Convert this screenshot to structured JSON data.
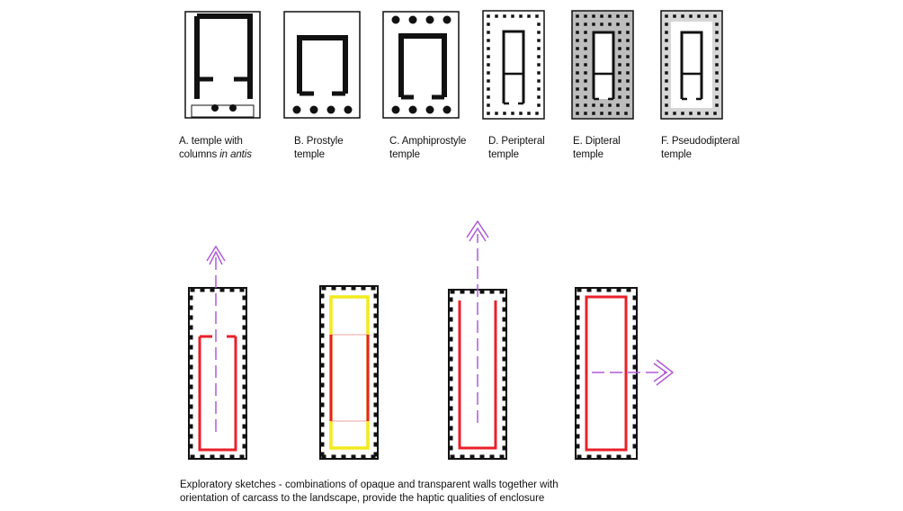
{
  "plans": [
    {
      "label_main": "A. temple with",
      "label_line2": "columns ",
      "label_italic": "in antis"
    },
    {
      "label_main": "B. Prostyle",
      "label_line2": "temple",
      "label_italic": ""
    },
    {
      "label_main": "C. Amphiprostyle",
      "label_line2": "temple",
      "label_italic": ""
    },
    {
      "label_main": "D. Peripteral",
      "label_line2": "temple",
      "label_italic": ""
    },
    {
      "label_main": "E. Dipteral",
      "label_line2": "temple",
      "label_italic": ""
    },
    {
      "label_main": "F. Pseudodipteral",
      "label_line2": "temple",
      "label_italic": ""
    }
  ],
  "sketches": [
    {
      "wall_color": "#e8202a",
      "arrow": "up"
    },
    {
      "wall_color": "#f2ea1c",
      "arrow": "none"
    },
    {
      "wall_color": "#e8202a",
      "arrow": "up"
    },
    {
      "wall_color": "#e8202a",
      "arrow": "right"
    }
  ],
  "colors": {
    "ink": "#111111",
    "wall_red": "#e8202a",
    "wall_yellow": "#f2ea1c",
    "axis_purple": "#b05ad8"
  },
  "caption": {
    "line1": "Exploratory sketches - combinations of opaque and transparent walls together with",
    "line2": "orientation of carcass to the landscape, provide the haptic qualities of enclosure"
  }
}
